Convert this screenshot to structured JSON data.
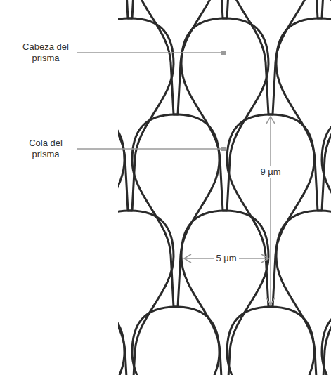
{
  "diagram": {
    "labels": [
      "Cabeza del prisma",
      "Cola del prisma",
      "9 µm",
      "5 µm"
    ]
  }
}
